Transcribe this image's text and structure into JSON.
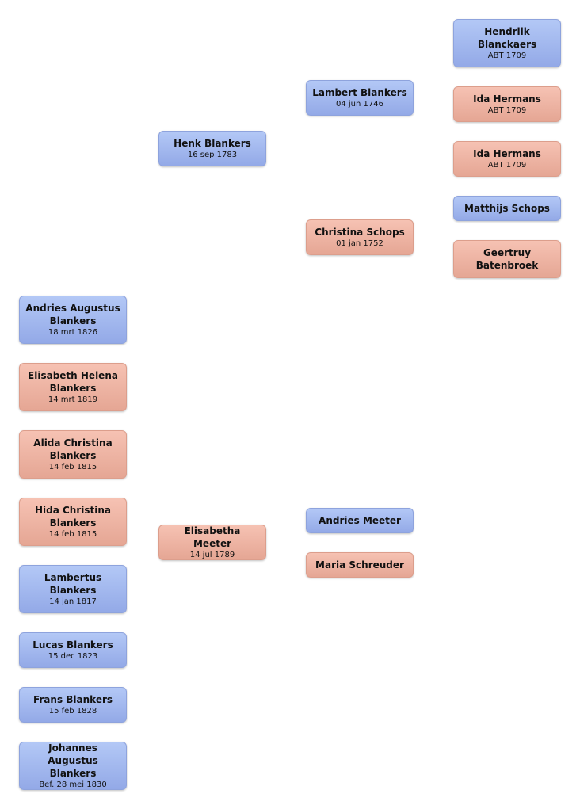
{
  "colors": {
    "male": "#a3b8ee",
    "female": "#eeb3a2"
  },
  "nodes": [
    {
      "id": "hendriik-blanckaers",
      "name": "Hendriik Blanckaers",
      "date": "ABT 1709",
      "sex": "male"
    },
    {
      "id": "ida-hermans-1",
      "name": "Ida Hermans",
      "date": "ABT 1709",
      "sex": "female"
    },
    {
      "id": "ida-hermans-2",
      "name": "Ida Hermans",
      "date": "ABT 1709",
      "sex": "female"
    },
    {
      "id": "matthijs-schops",
      "name": "Matthijs Schops",
      "date": "",
      "sex": "male"
    },
    {
      "id": "geertruy-batenbroek",
      "name": "Geertruy Batenbroek",
      "date": "",
      "sex": "female"
    },
    {
      "id": "lambert-blankers",
      "name": "Lambert Blankers",
      "date": "04 jun 1746",
      "sex": "male"
    },
    {
      "id": "christina-schops",
      "name": "Christina Schops",
      "date": "01 jan 1752",
      "sex": "female"
    },
    {
      "id": "henk-blankers",
      "name": "Henk Blankers",
      "date": "16 sep 1783",
      "sex": "male"
    },
    {
      "id": "andries-meeter",
      "name": "Andries Meeter",
      "date": "",
      "sex": "male"
    },
    {
      "id": "maria-schreuder",
      "name": "Maria Schreuder",
      "date": "",
      "sex": "female"
    },
    {
      "id": "elisabetha-meeter",
      "name": "Elisabetha Meeter",
      "date": "14 jul 1789",
      "sex": "female"
    },
    {
      "id": "andries-augustus-blankers",
      "name": "Andries Augustus Blankers",
      "date": "18 mrt 1826",
      "sex": "male"
    },
    {
      "id": "elisabeth-helena-blankers",
      "name": "Elisabeth Helena Blankers",
      "date": "14 mrt 1819",
      "sex": "female"
    },
    {
      "id": "alida-christina-blankers",
      "name": "Alida Christina Blankers",
      "date": "14 feb 1815",
      "sex": "female"
    },
    {
      "id": "hida-christina-blankers",
      "name": "Hida Christina Blankers",
      "date": "14 feb 1815",
      "sex": "female"
    },
    {
      "id": "lambertus-blankers",
      "name": "Lambertus Blankers",
      "date": "14 jan 1817",
      "sex": "male"
    },
    {
      "id": "lucas-blankers",
      "name": "Lucas Blankers",
      "date": "15 dec 1823",
      "sex": "male"
    },
    {
      "id": "frans-blankers",
      "name": "Frans Blankers",
      "date": "15 feb 1828",
      "sex": "male"
    },
    {
      "id": "johannes-augustus-blankers",
      "name": "Johannes Augustus Blankers",
      "date": "Bef. 28 mei 1830",
      "sex": "male"
    }
  ]
}
